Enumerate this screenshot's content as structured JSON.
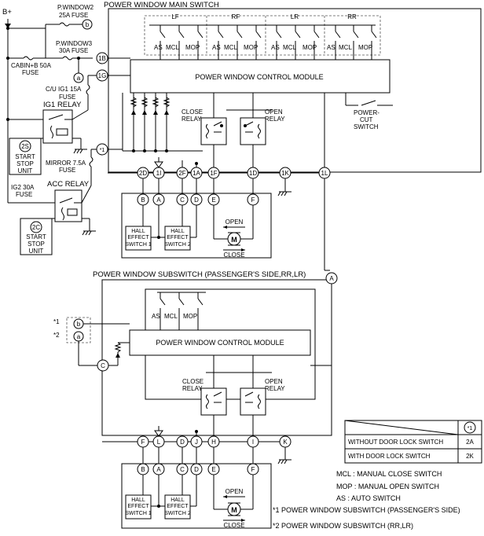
{
  "labels": {
    "bplus": "B+",
    "pw2_1": "P.WINDOW2",
    "pw2_2": "25A FUSE",
    "pw3_1": "P.WINDOW3",
    "pw3_2": "30A FUSE",
    "cabin_1": "CABIN+B 50A",
    "cabin_2": "FUSE",
    "cuig_1": "C/U IG1 15A",
    "cuig_2": "FUSE",
    "ig1relay": "IG1 RELAY",
    "ss_1": "START",
    "ss_2": "STOP",
    "ss_3": "UNIT",
    "mirror_1": "MIRROR 7.5A",
    "mirror_2": "FUSE",
    "ig2_1": "IG2 30A",
    "ig2_2": "FUSE",
    "accrelay": "ACC RELAY",
    "main_title": "POWER WINDOW MAIN SWITCH",
    "lf": "LF",
    "rf": "RF",
    "lr": "LR",
    "rr": "RR",
    "as": "AS",
    "mcl": "MCL",
    "mop": "MOP",
    "pwcm": "POWER WINDOW CONTROL MODULE",
    "close_relay_1": "CLOSE",
    "close_relay_2": "RELAY",
    "open_relay_1": "OPEN",
    "open_relay_2": "RELAY",
    "pcs_1": "POWER-",
    "pcs_2": "CUT",
    "pcs_3": "SWITCH",
    "hall_1": "HALL",
    "hall_2": "EFFECT",
    "hall_s1": "SWITCH 1",
    "hall_s2": "SWITCH 2",
    "open": "OPEN",
    "close": "CLOSE",
    "motor": "M",
    "sub_title": "POWER WINDOW SUBSWITCH (PASSENGER'S SIDE,RR,LR)",
    "star1": "*1",
    "star2": "*2",
    "table_col": "*1",
    "table_row1": "WITHOUT DOOR LOCK SWITCH",
    "table_row1_val": "2A",
    "table_row2": "WITH DOOR LOCK SWITCH",
    "table_row2_val": "2K",
    "legend_mcl": "MCL : MANUAL CLOSE SWITCH",
    "legend_mop": "MOP : MANUAL OPEN SWITCH",
    "legend_as": "AS : AUTO SWITCH",
    "note1": "*1 POWER WINDOW SUBSWITCH (PASSENGER'S SIDE)",
    "note2": "*2 POWER WINDOW SUBSWITCH (RR,LR)"
  },
  "connectors": {
    "c_b": "b",
    "c_a": "a",
    "c_1B": "1B",
    "c_1G": "1G",
    "c_2S": "2S",
    "c_2C": "2C",
    "c_star1": "*1",
    "c_2D": "2D",
    "c_1I": "1I",
    "c_2F": "2F",
    "c_1A": "1A",
    "c_1F": "1F",
    "c_1D": "1D",
    "c_1K": "1K",
    "c_1L": "1L",
    "m_B": "B",
    "m_A": "A",
    "m_C": "C",
    "m_D": "D",
    "m_E": "E",
    "m_F": "F",
    "s_A": "A",
    "s_b": "b",
    "s_a": "a",
    "s_C": "C",
    "s_F": "F",
    "s_L": "L",
    "s_D": "D",
    "s_J": "J",
    "s_H": "H",
    "s_I": "I",
    "s_K": "K",
    "sm_B": "B",
    "sm_A": "A",
    "sm_C": "C",
    "sm_D": "D",
    "sm_E": "E",
    "sm_F": "F"
  }
}
